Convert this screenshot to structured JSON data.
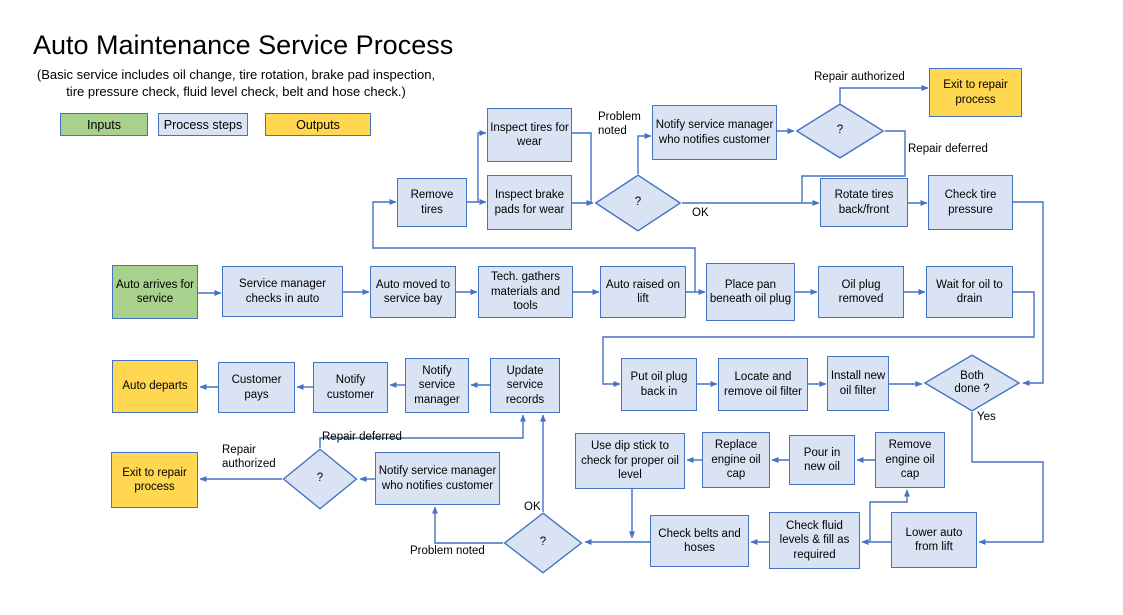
{
  "title": "Auto Maintenance Service Process",
  "subtitle_line1": "(Basic service includes oil change, tire rotation, brake pad inspection,",
  "subtitle_line2": "tire pressure check, fluid level check, belt and hose check.)",
  "legend": {
    "inputs": "Inputs",
    "process_steps": "Process steps",
    "outputs": "Outputs"
  },
  "colors": {
    "input_fill": "#A9D18E",
    "process_fill": "#DAE3F3",
    "output_fill": "#FFD751",
    "border": "#4472C4",
    "connector": "#4472C4"
  },
  "nodes": {
    "auto_arrives": "Auto arrives for service",
    "service_manager_checks": "Service manager checks in auto",
    "auto_moved": "Auto moved to service bay",
    "tech_gathers": "Tech. gathers materials and tools",
    "auto_raised": "Auto raised on lift",
    "place_pan": "Place pan beneath oil plug",
    "oil_plug_removed": "Oil plug removed",
    "wait_for_oil": "Wait for oil to drain",
    "remove_tires": "Remove tires",
    "inspect_tires": "Inspect tires for wear",
    "inspect_brake_pads": "Inspect brake pads for wear",
    "notify_sm_top": "Notify service manager who notifies customer",
    "rotate_tires": "Rotate tires back/front",
    "check_tire_pressure": "Check tire pressure",
    "exit_repair_top": "Exit to repair process",
    "auto_departs": "Auto departs",
    "customer_pays": "Customer pays",
    "notify_customer": "Notify customer",
    "notify_service_manager": "Notify service manager",
    "update_records": "Update service records",
    "put_oil_plug": "Put oil plug back in",
    "locate_remove_filter": "Locate and remove oil filter",
    "install_filter": "Install new oil filter",
    "exit_repair_bottom": "Exit to repair process",
    "notify_sm_bottom": "Notify service manager who notifies customer",
    "use_dipstick": "Use dip stick to check for proper oil level",
    "replace_oil_cap": "Replace engine oil cap",
    "pour_new_oil": "Pour in new oil",
    "remove_oil_cap": "Remove engine oil cap",
    "check_belts": "Check belts and hoses",
    "check_fluids": "Check fluid levels & fill as required",
    "lower_auto": "Lower auto from lift"
  },
  "decisions": {
    "brake_wear": "?",
    "repair_top": "?",
    "both_done": "Both done ?",
    "repair_left": "?",
    "final_ok": "?"
  },
  "edge_labels": {
    "problem_noted_top": "Problem noted",
    "ok_top": "OK",
    "repair_authorized_top": "Repair authorized",
    "repair_deferred_top": "Repair deferred",
    "yes": "Yes",
    "repair_deferred_left": "Repair deferred",
    "repair_authorized_left": "Repair authorized",
    "ok_bottom": "OK",
    "problem_noted_bottom": "Problem noted"
  }
}
